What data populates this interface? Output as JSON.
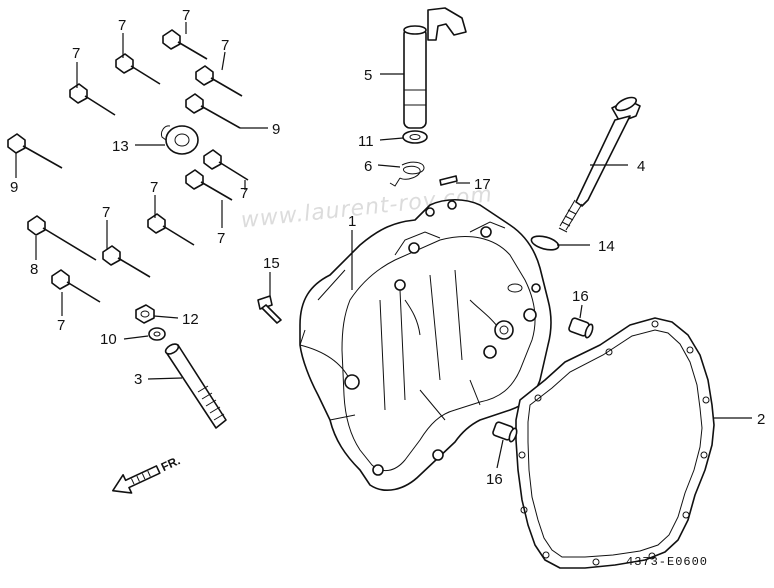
{
  "callouts": {
    "c1": "1",
    "c2": "2",
    "c3": "3",
    "c4": "4",
    "c5": "5",
    "c6": "6",
    "c7a": "7",
    "c7b": "7",
    "c7c": "7",
    "c7d": "7",
    "c7e": "7",
    "c7f": "7",
    "c7g": "7",
    "c7h": "7",
    "c7i": "7",
    "c8": "8",
    "c9a": "9",
    "c9b": "9",
    "c10": "10",
    "c11": "11",
    "c12": "12",
    "c13": "13",
    "c14": "14",
    "c15": "15",
    "c16a": "16",
    "c16b": "16",
    "c17": "17"
  },
  "direction_label": "FR.",
  "diagram_code": "4373-E0600",
  "watermark": "www.laurent-roy.com"
}
